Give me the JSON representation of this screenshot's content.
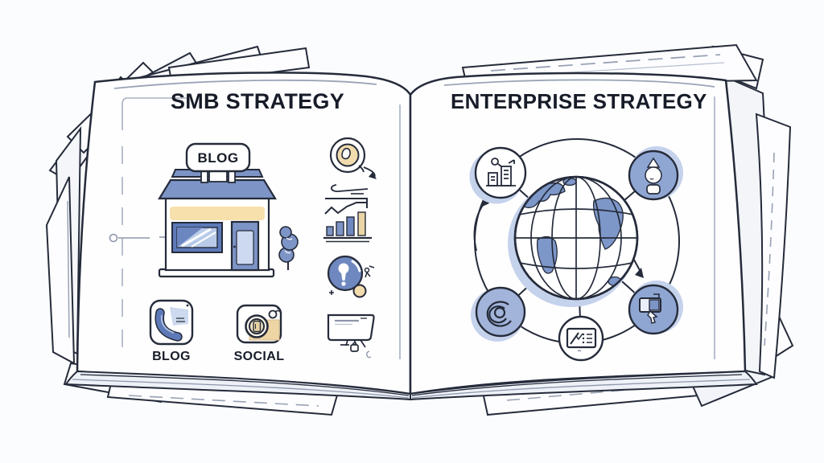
{
  "book": {
    "left_page": {
      "title": "SMB STRATEGY",
      "storefront_sign": "BLOG",
      "channel_items": [
        {
          "icon": "phone-icon",
          "label": "BLOG"
        },
        {
          "icon": "camera-icon",
          "label": "SOCIAL"
        }
      ],
      "doodle_icons": [
        "target-scribble-icon",
        "bar-chart-icon",
        "idea-bulb-icon",
        "monitor-icon"
      ]
    },
    "right_page": {
      "title": "ENTERPRISE STRATEGY",
      "hub_icon": "globe-icon",
      "satellite_icons": [
        "buildings-icon",
        "lightbulb-icon",
        "mention-swirl-icon",
        "screen-cursor-icon",
        "checklist-icon"
      ]
    }
  },
  "colors": {
    "ink": "#252b3a",
    "accent_blue": "#7d94c6",
    "accent_blue_deep": "#5d79b8",
    "accent_blue_light": "#c5d2ec",
    "accent_cream": "#f6dfae",
    "page_white": "#fefeff",
    "line_gray": "#98a2b4"
  }
}
